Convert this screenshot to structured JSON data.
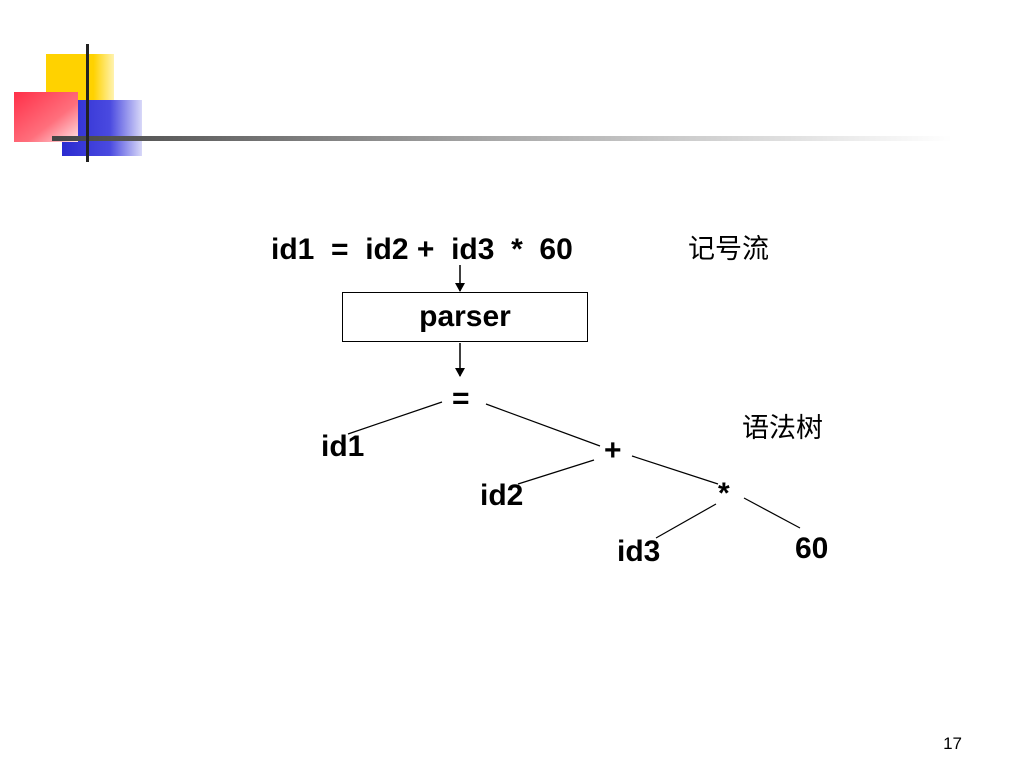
{
  "slide": {
    "token_stream": "id1  =  id2 +  id3  *  60",
    "token_stream_label": "记号流",
    "parser_label": "parser",
    "syntax_tree_label": "语法树",
    "page_number": "17"
  },
  "tree": {
    "root": "=",
    "left_id1": "id1",
    "plus": "+",
    "id2": "id2",
    "star": "*",
    "id3": "id3",
    "num60": "60"
  },
  "colors": {
    "deco_yellow": "#ffd200",
    "deco_red": "#ff2f48",
    "deco_blue": "#2b2bd0",
    "deco_gray": "#9a9a9a"
  }
}
